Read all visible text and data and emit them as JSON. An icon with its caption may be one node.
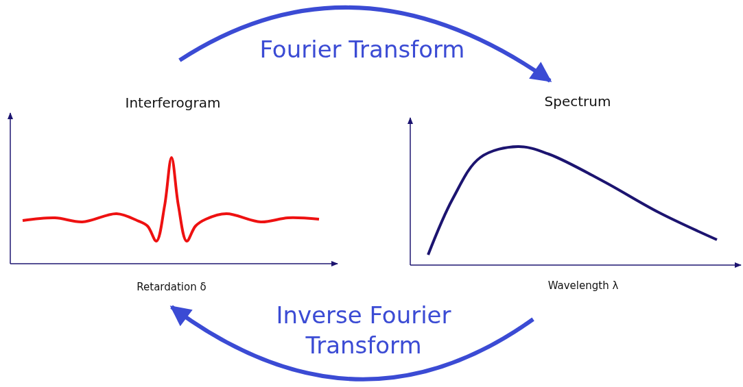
{
  "diagram": {
    "nodes": [
      {
        "text": [
          "Interferogram",
          "Retardation δ"
        ]
      },
      {
        "text": [
          "Spectrum",
          "Wavelength λ"
        ]
      }
    ],
    "edges": [
      {
        "from": 0,
        "to": 1,
        "arrow": "to",
        "label": "Fourier Transform"
      },
      {
        "from": 1,
        "to": 0,
        "arrow": "to",
        "label": "Inverse Fourier Transform"
      }
    ]
  }
}
